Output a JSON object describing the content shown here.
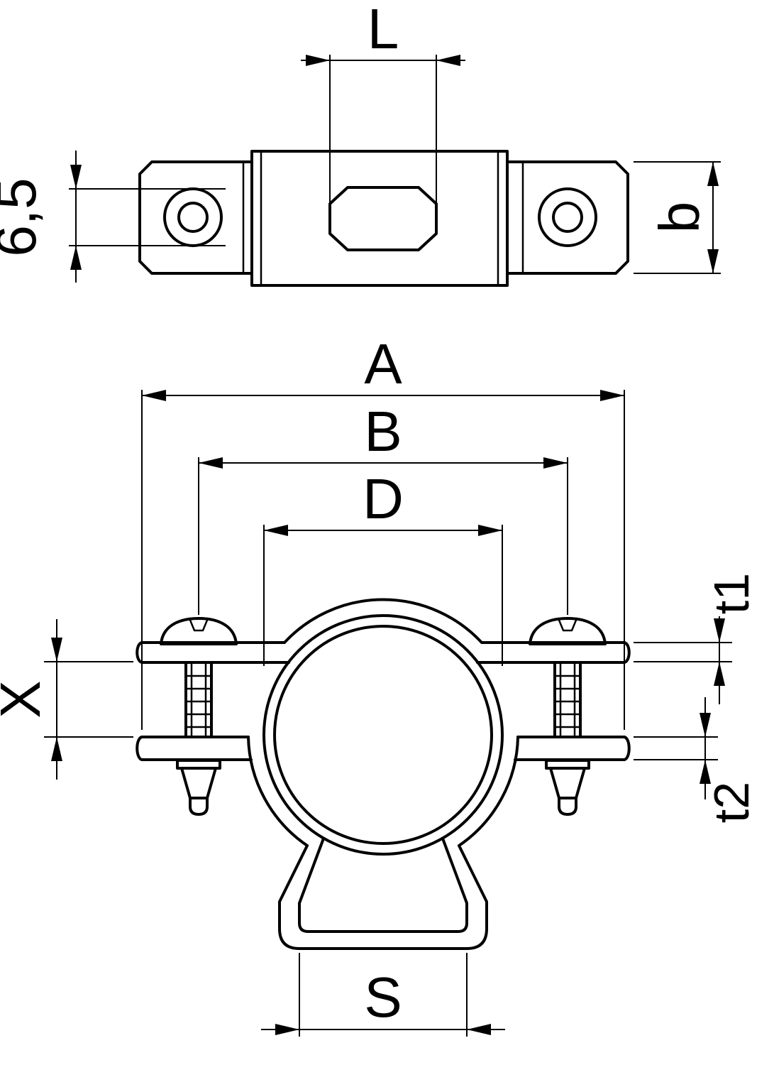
{
  "drawing": {
    "background_color": "#ffffff",
    "line_color": "#000000"
  },
  "dimensions": {
    "top_view": {
      "slot_length_label": "L",
      "hole_diameter_label": "6,5",
      "width_label": "b"
    },
    "front_view": {
      "overall_width_label": "A",
      "screw_spacing_label": "B",
      "inner_diameter_label": "D",
      "band_thickness_label": "t1",
      "spacing_label": "X",
      "base_thickness_label": "t2",
      "base_width_label": "S"
    }
  }
}
